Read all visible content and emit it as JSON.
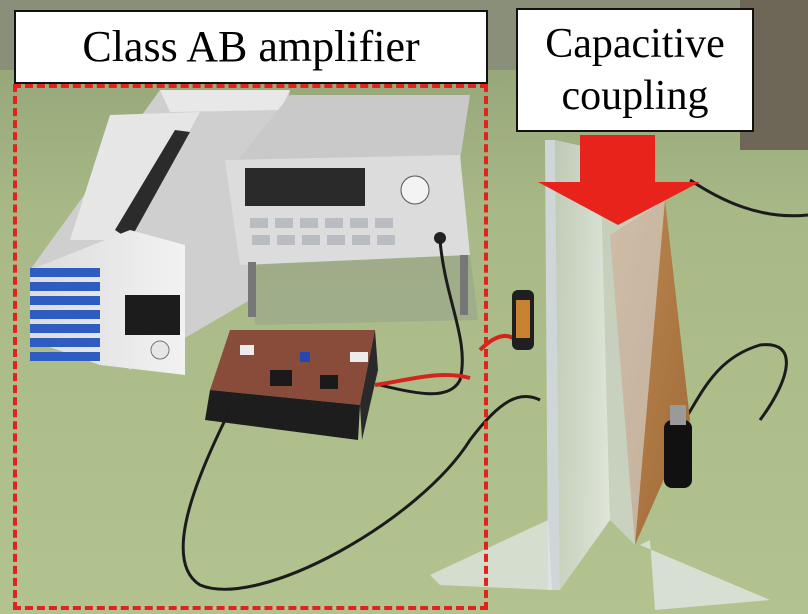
{
  "photo": {
    "labels": {
      "amplifier": "Class AB amplifier",
      "coupling_line1": "Capacitive",
      "coupling_line2": "coupling"
    },
    "colors": {
      "table": "#a3b57f",
      "highlight_box": "#e0231c",
      "arrow": "#e8231b",
      "plate": "#b07a45"
    }
  }
}
